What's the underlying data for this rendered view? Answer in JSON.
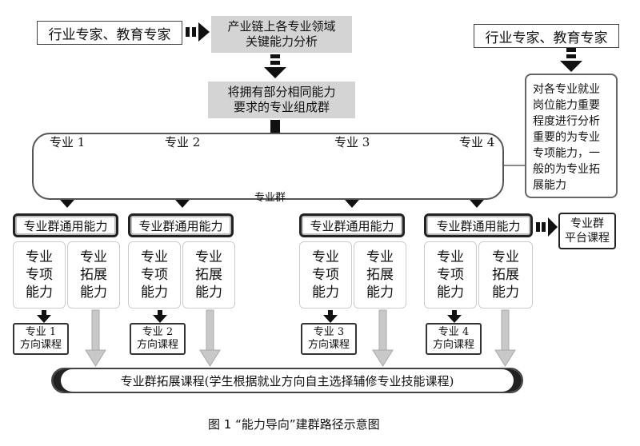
{
  "experts_left": "行业专家、教育专家",
  "analysis_box": "产业链上各专业领域\n关键能力分析",
  "group_box": "将拥有部分相同能力\n要求的专业组成群",
  "experts_right": "行业专家、教育专家",
  "right_note": "对各专业就业岗位能力重要程度进行分析重要的为专业专项能力，一般的为专业拓展能力",
  "majors": [
    "专业 1",
    "专业 2",
    "专业 3",
    "专业 4"
  ],
  "cluster_label": "专业群",
  "columns": [
    {
      "common": "专业群通用能力",
      "special": "专业\n专项\n能力",
      "extended": "专业\n拓展\n能力",
      "direction": "专业 1\n方向课程"
    },
    {
      "common": "专业群通用能力",
      "special": "专业\n专项\n能力",
      "extended": "专业\n拓展\n能力",
      "direction": "专业 2\n方向课程"
    },
    {
      "common": "专业群通用能力",
      "special": "专业\n专项\n能力",
      "extended": "专业\n拓展\n能力",
      "direction": "专业 3\n方向课程"
    },
    {
      "common": "专业群通用能力",
      "special": "专业\n专项\n能力",
      "extended": "专业\n拓展\n能力",
      "direction": "专业 4\n方向课程"
    }
  ],
  "platform": "专业群\n平台课程",
  "bottom_bar": "专业群拓展课程(学生根据就业方向自主选择辅修专业技能课程)",
  "caption": "图 1 “能力导向”建群路径示意图"
}
